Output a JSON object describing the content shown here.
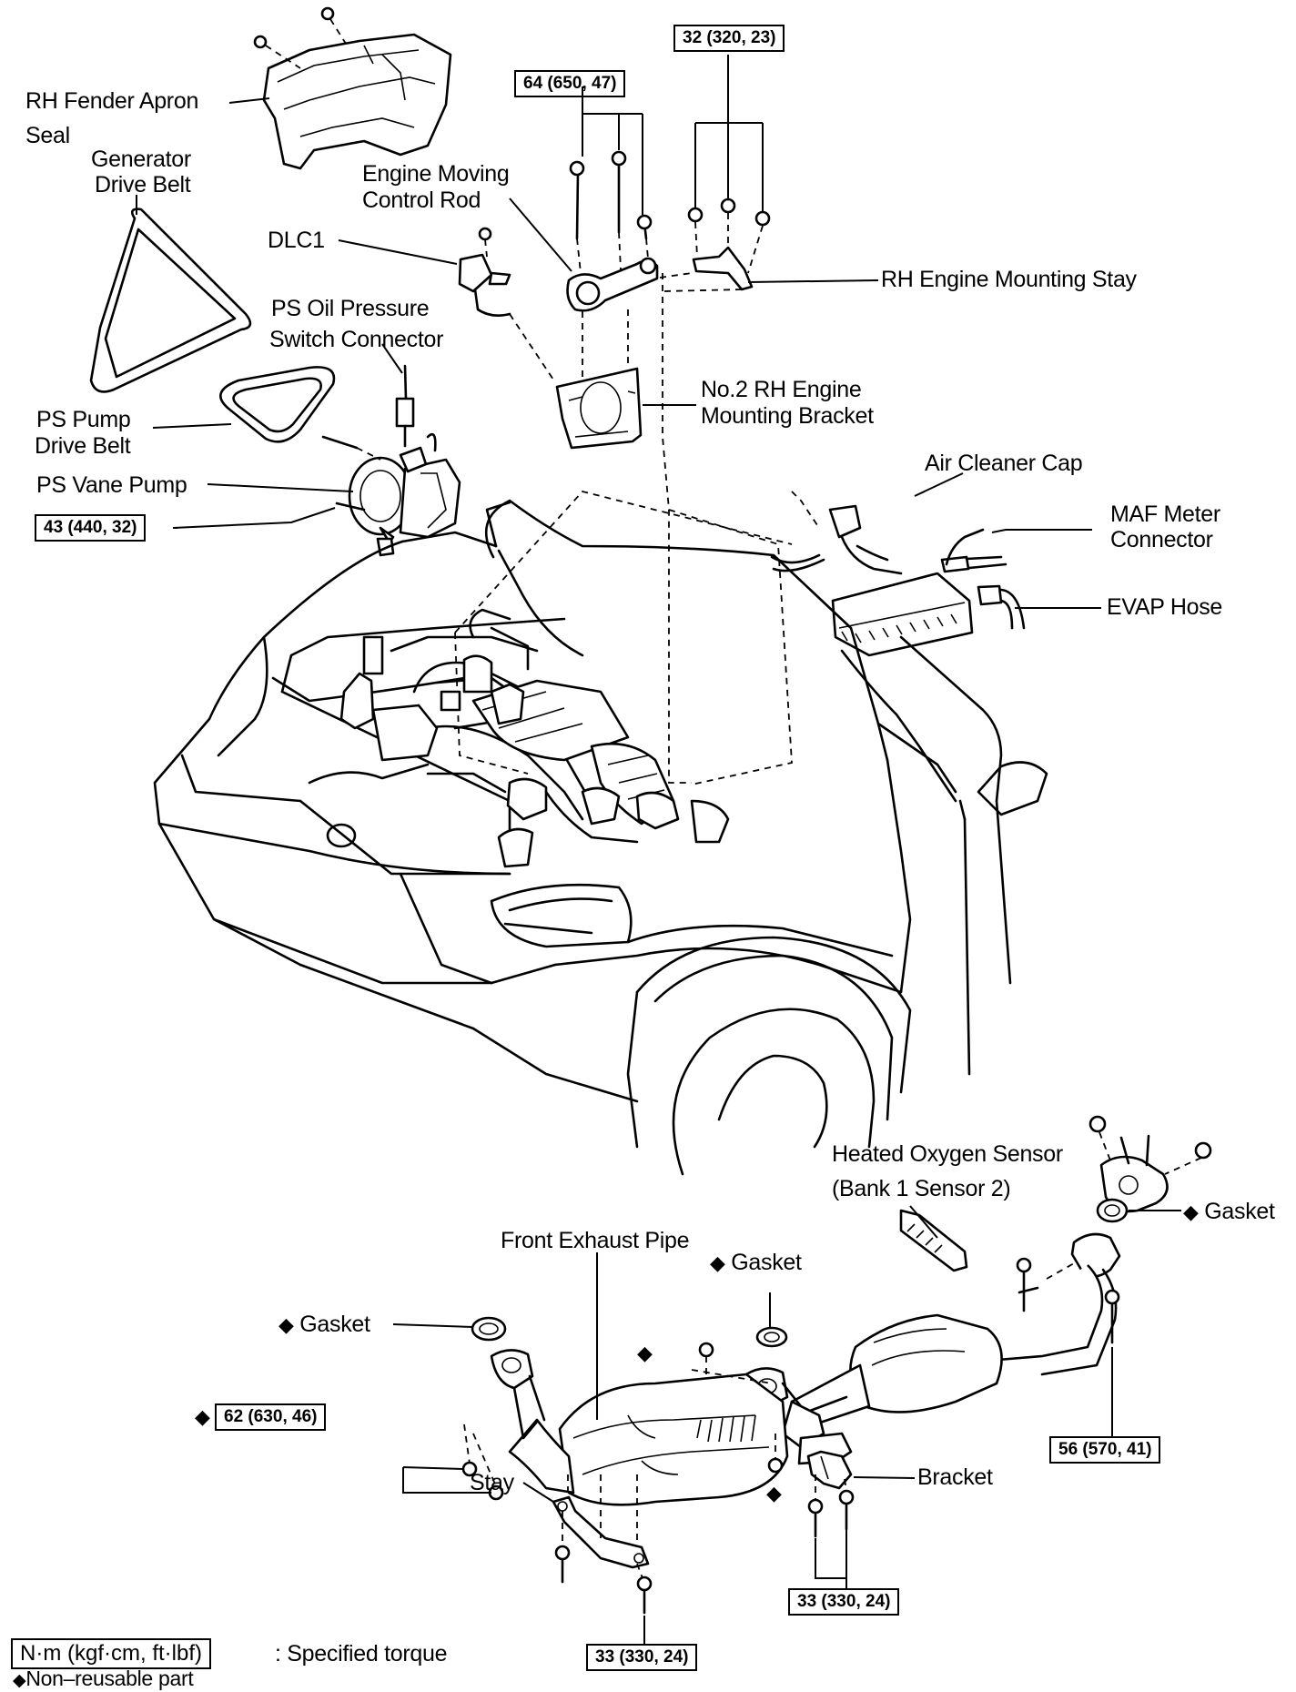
{
  "labels": {
    "rh_fender_apron": "RH Fender Apron",
    "seal": "Seal",
    "generator_drive_belt_1": "Generator",
    "generator_drive_belt_2": "Drive Belt",
    "engine_moving_control_rod_1": "Engine Moving",
    "engine_moving_control_rod_2": "Control Rod",
    "dlc1": "DLC1",
    "ps_oil_pressure_1": "PS Oil Pressure",
    "ps_oil_pressure_2": "Switch Connector",
    "rh_engine_mounting_stay": "RH Engine Mounting Stay",
    "no2_rh_bracket_1": "No.2 RH Engine",
    "no2_rh_bracket_2": "Mounting Bracket",
    "ps_pump_drive_belt_1": "PS Pump",
    "ps_pump_drive_belt_2": "Drive Belt",
    "ps_vane_pump": "PS Vane Pump",
    "air_cleaner_cap": "Air Cleaner Cap",
    "maf_meter_1": "MAF Meter",
    "maf_meter_2": "Connector",
    "evap_hose": "EVAP Hose",
    "heated_oxygen_1": "Heated Oxygen Sensor",
    "heated_oxygen_2": "(Bank 1 Sensor 2)",
    "gasket_right": "Gasket",
    "front_exhaust_pipe": "Front Exhaust Pipe",
    "gasket_center": "Gasket",
    "gasket_left": "Gasket",
    "stay": "Stay",
    "bracket": "Bracket"
  },
  "torques": {
    "t_32": "32 (320, 23)",
    "t_64": "64 (650, 47)",
    "t_43": "43 (440, 32)",
    "t_56": "56 (570, 41)",
    "t_62": "62 (630, 46)",
    "t_33_right": "33 (330, 24)",
    "t_33_bottom": "33 (330, 24)"
  },
  "legend": {
    "unit_box": "N·m (kgf·cm, ft·lbf)",
    "unit_desc": ": Specified torque",
    "nonreusable": "Non–reusable part"
  },
  "symbols": {
    "diamond": "◆"
  }
}
